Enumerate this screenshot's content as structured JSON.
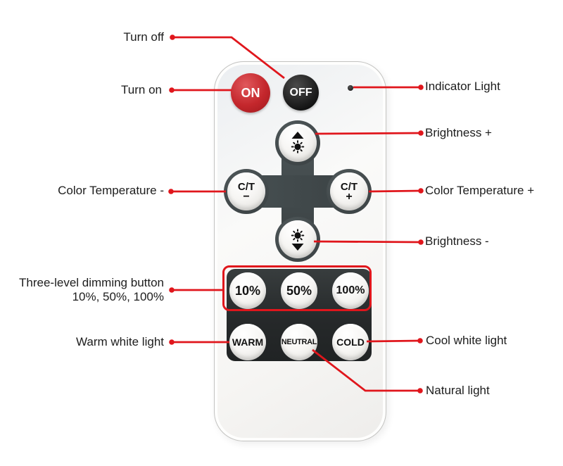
{
  "annotations": {
    "turn_off": "Turn off",
    "turn_on": "Turn on",
    "color_temperature_minus": "Color Temperature -",
    "three_level_line1": "Three-level dimming button",
    "three_level_line2": "10%, 50%, 100%",
    "warm_white": "Warm white light",
    "indicator_light": "Indicator Light",
    "brightness_plus": "Brightness +",
    "color_temperature_plus": "Color Temperature +",
    "brightness_minus": "Brightness -",
    "cool_white": "Cool white light",
    "natural_light": "Natural light"
  },
  "remote": {
    "on_label": "ON",
    "off_label": "OFF",
    "ct_label": "C/T",
    "ct_minus_sign": "−",
    "ct_plus_sign": "+",
    "dim_buttons": [
      "10%",
      "50%",
      "100%"
    ],
    "white_buttons": [
      "WARM",
      "NEUTRAL",
      "COLD"
    ]
  },
  "icons": {
    "brightness_up": "triangle-up over sun glyph",
    "brightness_down": "sun glyph over triangle-down",
    "indicator": "small round indicator LED hole"
  },
  "colors": {
    "annotation_red": "#e0161c",
    "on_button_red": "#c4272c",
    "off_button_black": "#1d1d1d",
    "dpad_dark": "#404a4c",
    "panel_dark": "#292c2d",
    "remote_body": "#f6f5f3",
    "label_text": "#1d1d1d"
  }
}
